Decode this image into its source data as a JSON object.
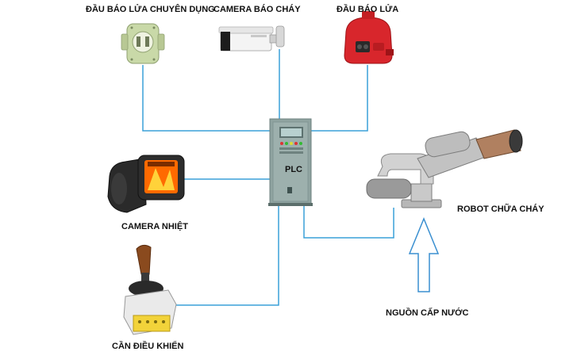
{
  "labels": {
    "dedicated_detector": "ĐẦU BÁO LỬA CHUYÊN DỤNG",
    "fire_camera": "CAMERA BÁO CHÁY",
    "flame_detector": "ĐẦU BÁO LỬA",
    "thermal_camera": "CAMERA NHIỆT",
    "plc": "PLC",
    "robot": "ROBOT CHỮA CHÁY",
    "water_source": "NGUỒN CẤP NƯỚC",
    "joystick": "CẦN ĐIỀU KHIỂN"
  },
  "colors": {
    "connection_line": "#3aa0d8",
    "arrow": "#3a8fd0",
    "cabinet": "#8fa3a0",
    "cabinet_dark": "#6e827f",
    "flame_detector": "#d8262c"
  },
  "icons": {
    "dedicated_detector": "explosion-proof-detector-icon",
    "fire_camera": "bullet-camera-icon",
    "flame_detector": "red-flame-detector-icon",
    "thermal_camera": "thermal-camera-icon",
    "plc": "control-cabinet-icon",
    "robot": "water-cannon-robot-icon",
    "joystick": "joystick-icon"
  }
}
